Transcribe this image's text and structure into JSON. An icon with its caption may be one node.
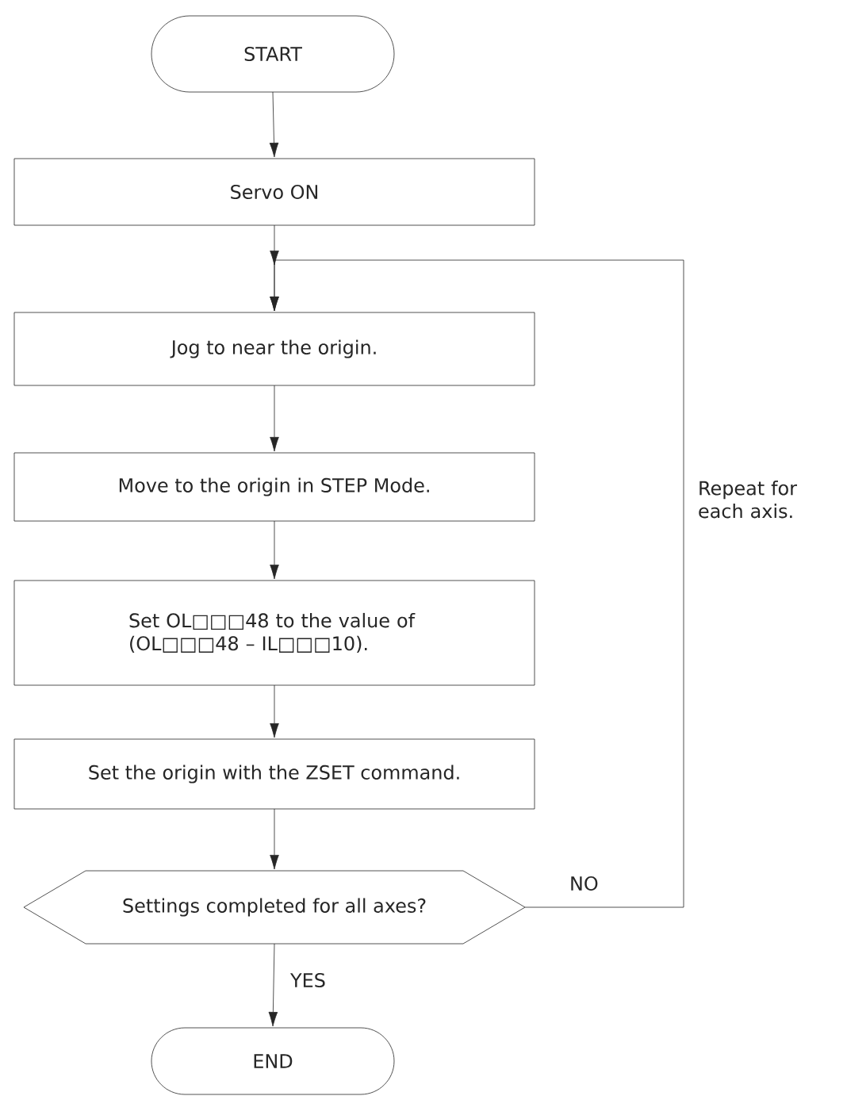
{
  "diagram": {
    "nodes": [
      {
        "text": [
          "START"
        ]
      },
      {
        "text": [
          "Servo ON"
        ]
      },
      {
        "text": [
          "Jog to near the origin."
        ]
      },
      {
        "text": [
          "Move to the origin in STEP Mode."
        ]
      },
      {
        "text": [
          "Set OL□□□48 to the value of (OL□□□48 – IL□□□10)."
        ]
      },
      {
        "text": [
          "Set the origin with the ZSET command."
        ]
      },
      {
        "text": [
          "Settings completed for all axes?"
        ]
      },
      {
        "text": [
          "END"
        ]
      }
    ],
    "edges": [
      {
        "from": 0,
        "to": 1,
        "arrow": "to"
      },
      {
        "from": 1,
        "to": 2,
        "arrow": "to"
      },
      {
        "from": 2,
        "to": 3,
        "arrow": "to"
      },
      {
        "from": 3,
        "to": 4,
        "arrow": "to"
      },
      {
        "from": 4,
        "to": 5,
        "arrow": "to"
      },
      {
        "from": 5,
        "to": 6,
        "arrow": "to"
      },
      {
        "from": 6,
        "to": 7,
        "arrow": "to",
        "label": "YES"
      },
      {
        "from": 6,
        "to": 2,
        "arrow": "to",
        "label": "NO"
      }
    ],
    "labels": [
      "Repeat for each axis."
    ]
  }
}
